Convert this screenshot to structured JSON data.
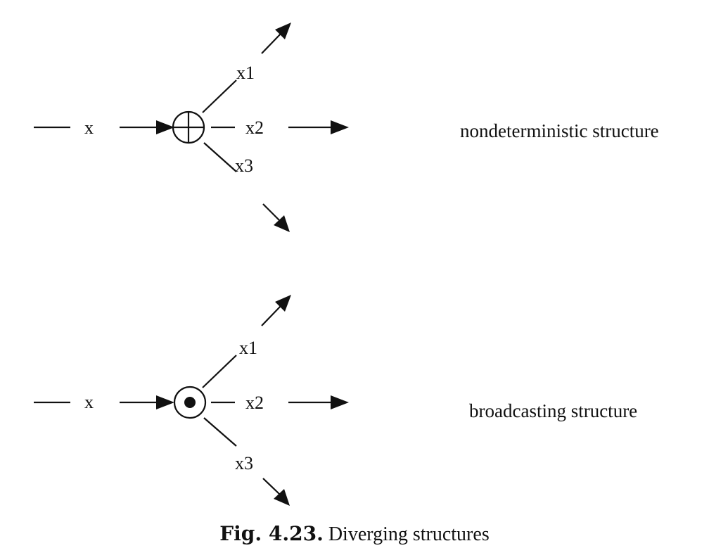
{
  "diagrams": [
    {
      "node_type": "exclusive-or",
      "input_label": "x",
      "outputs": [
        "x1",
        "x2",
        "x3"
      ],
      "description": "nondeterministic structure"
    },
    {
      "node_type": "broadcast",
      "input_label": "x",
      "outputs": [
        "x1",
        "x2",
        "x3"
      ],
      "description": "broadcasting structure"
    }
  ],
  "caption": {
    "label": "Fig. 4.23.",
    "text": "Diverging structures"
  }
}
